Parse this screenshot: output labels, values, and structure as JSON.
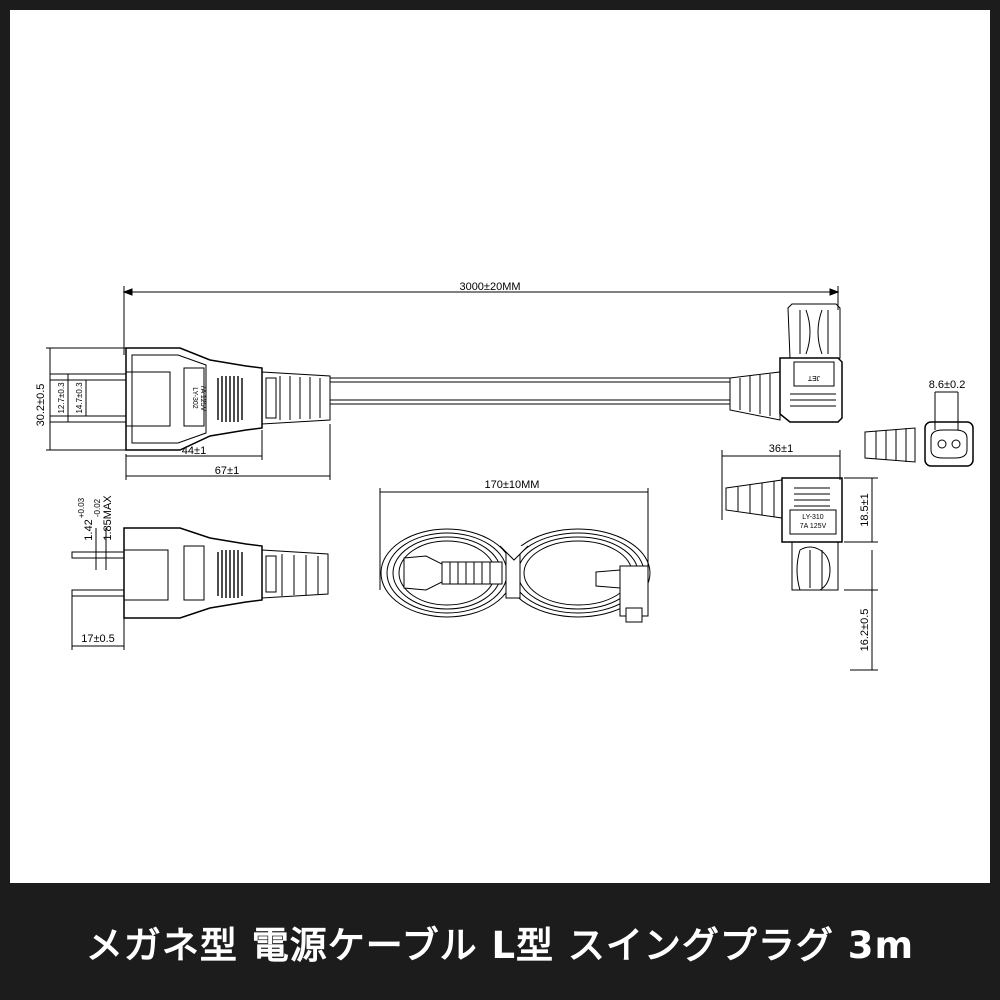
{
  "title": "メガネ型 電源ケーブル L型 スイングプラグ 3m",
  "dimensions": {
    "length": "3000±20MM",
    "height": "30.2±0.5",
    "pin_pitch": "12.7±0.3",
    "pin_width": "14.7±0.3",
    "plug_body": "44±1",
    "plug_total": "67±1",
    "pin_thick": "1.42",
    "pin_tol_plus": "+0.03",
    "pin_tol_minus": "-0.02",
    "pin_max": "1.85MAX",
    "pin_length": "17±0.5",
    "coil_width": "170±10MM",
    "conn_width": "8.6±0.2",
    "conn_length": "36±1",
    "conn_height": "18.5±1",
    "conn_depth": "16.2±0.5"
  },
  "labels": {
    "plug_model": "LY-302",
    "plug_rating": "7A 125V",
    "conn_model": "LY-310",
    "conn_rating": "7A 125V",
    "jet": "JET"
  }
}
